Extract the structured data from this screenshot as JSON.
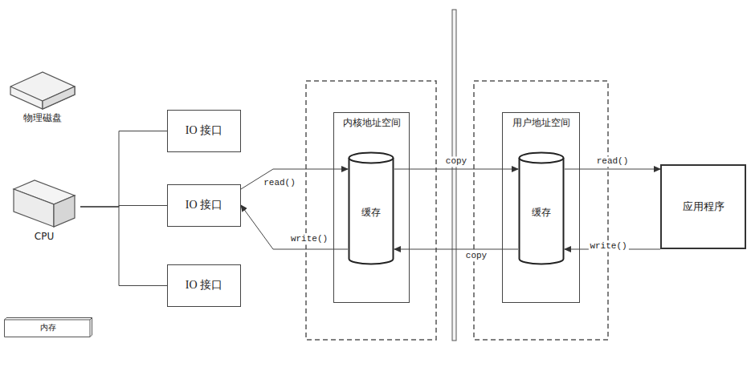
{
  "diagram": {
    "nodes": [
      {
        "text": [
          "物理磁盘"
        ]
      },
      {
        "text": [
          "CPU"
        ]
      },
      {
        "text": [
          "内存"
        ]
      },
      {
        "text": [
          "IO 接口"
        ]
      },
      {
        "text": [
          "IO 接口"
        ]
      },
      {
        "text": [
          "IO 接口"
        ]
      },
      {
        "text": [
          "内核地址空间"
        ]
      },
      {
        "text": [
          "缓存"
        ],
        "in": 6
      },
      {
        "text": [
          "用户地址空间"
        ]
      },
      {
        "text": [
          "缓存"
        ],
        "in": 8
      },
      {
        "text": [
          "应用程序"
        ]
      }
    ],
    "edges": [
      {
        "from": 1,
        "to": 3,
        "arrow": "none"
      },
      {
        "from": 1,
        "to": 4,
        "arrow": "none"
      },
      {
        "from": 1,
        "to": 5,
        "arrow": "none"
      },
      {
        "from": 4,
        "to": 7,
        "label": "read()",
        "arrow": "to"
      },
      {
        "from": 7,
        "to": 4,
        "label": "write()",
        "arrow": "to"
      },
      {
        "from": 7,
        "to": 9,
        "label": "copy",
        "arrow": "to"
      },
      {
        "from": 9,
        "to": 7,
        "label": "copy",
        "arrow": "to"
      },
      {
        "from": 9,
        "to": 10,
        "label": "read()",
        "arrow": "to"
      },
      {
        "from": 10,
        "to": 9,
        "label": "write()",
        "arrow": "to"
      }
    ]
  }
}
